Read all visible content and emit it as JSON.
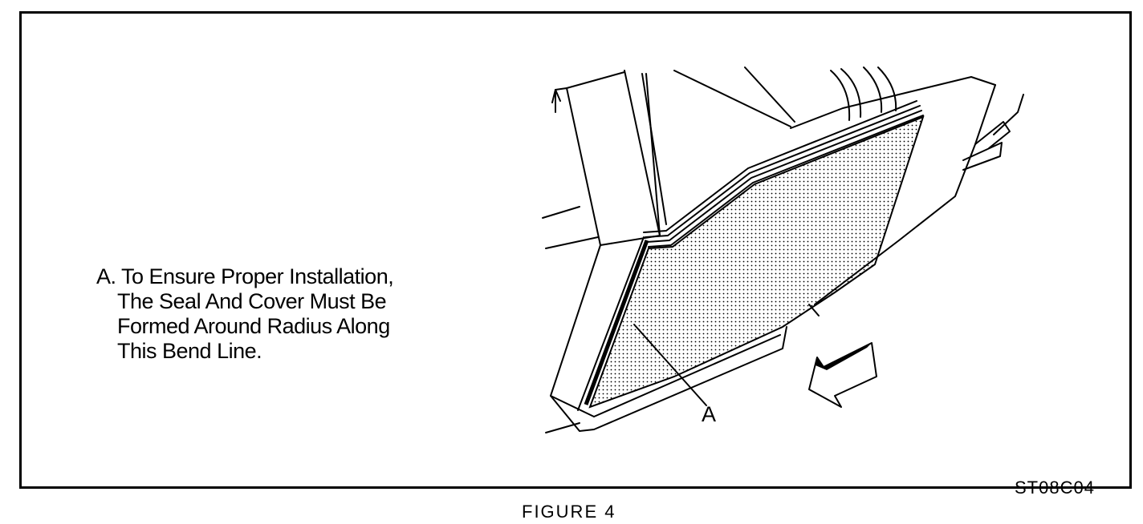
{
  "note": {
    "lines": [
      "A. To Ensure Proper Installation,",
      "The Seal And Cover Must Be",
      "Formed Around Radius Along",
      "This Bend Line."
    ]
  },
  "callout_label": "A",
  "figure_code": "ST08C04",
  "caption": "FIGURE 4"
}
